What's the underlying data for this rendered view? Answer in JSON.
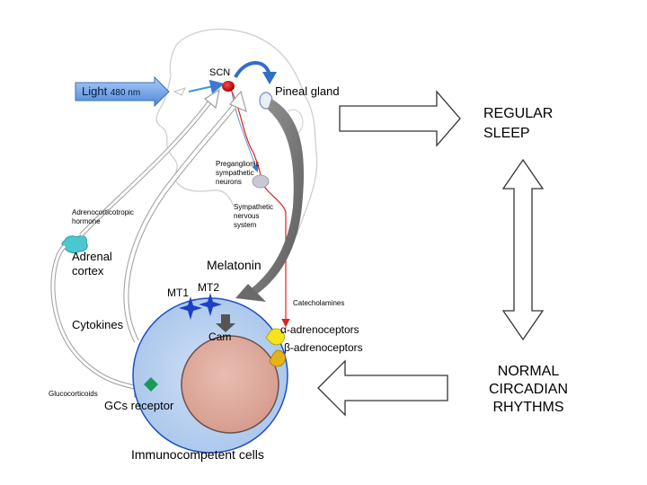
{
  "labels": {
    "light": "Light",
    "light_wavelength": "480 nm",
    "scn": "SCN",
    "pineal_gland": "Pineal gland",
    "preganglionic": "Preganglionic sympathetic neurons",
    "sympathetic": "Sympathetic nervous system",
    "acth": "Adrenocorticotropic hormone",
    "adrenal_cortex": "Adrenal cortex",
    "melatonin": "Melatonin",
    "mt1": "MT1",
    "mt2": "MT2",
    "catecholamines": "Catecholamines",
    "cytokines": "Cytokines",
    "cam": "Cam",
    "alpha": "α-adrenoceptors",
    "beta": "β-adrenoceptors",
    "glucocorticoids": "Glucocorticoids",
    "gcs_receptor": "GCs receptor",
    "immunocompetent": "Immunocompetent cells",
    "regular_sleep": "REGULAR SLEEP",
    "normal_circadian": "NORMAL CIRCADIAN RHYTHMS"
  },
  "colors": {
    "scn_red": "#cc0000",
    "neuron_red": "#e0201e",
    "cell_outer": "#b9d4f2",
    "cell_nucleus": "#e0ada2",
    "adrenal": "#4cc7cf",
    "receptor_blue": "#1d3fc4",
    "gcs_green": "#1a9a5a",
    "alpha_yellow": "#f4e41c",
    "beta_orange": "#e6b21a"
  }
}
